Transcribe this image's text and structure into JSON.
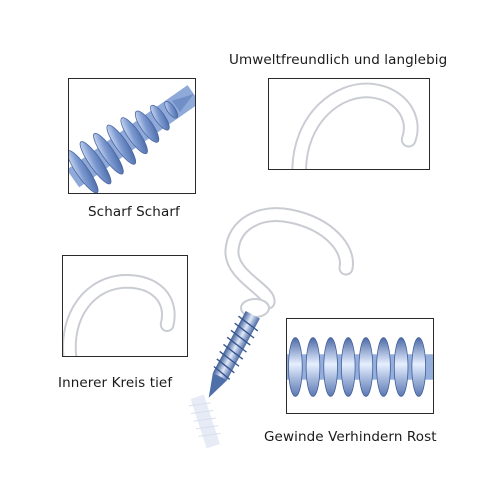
{
  "captions": {
    "sharp": "Scharf Scharf",
    "eco": "Umweltfreundlich und langlebig",
    "inner_circle": "Innerer Kreis tief",
    "thread": "Gewinde Verhindern Rost"
  },
  "colors": {
    "hook_white": "#ffffff",
    "hook_outline": "#c9ccd2",
    "screw_blue": "#6f8fc6",
    "screw_highlight": "#d9e6f7",
    "panel_border": "#2a2a2a"
  }
}
